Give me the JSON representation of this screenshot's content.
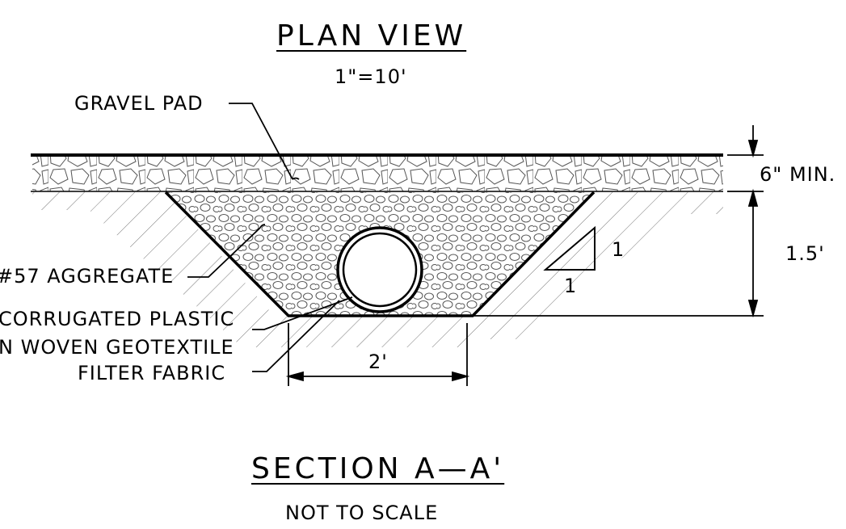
{
  "plan_view": {
    "title": "PLAN VIEW",
    "scale": "1\"=10'"
  },
  "section": {
    "title": "SECTION A—A'",
    "scale": "NOT TO SCALE"
  },
  "labels": {
    "gravel_pad": "GRAVEL PAD",
    "aggregate": "#57 AGGREGATE",
    "pipe_line1": "CORRUGATED PLASTIC",
    "fabric_line2": "N WOVEN GEOTEXTILE",
    "fabric_line3": "FILTER FABRIC"
  },
  "dimensions": {
    "pad_thickness": "6\" MIN.",
    "trench_depth": "1.5'",
    "trench_width": "2'",
    "slope_rise": "1",
    "slope_run": "1"
  }
}
